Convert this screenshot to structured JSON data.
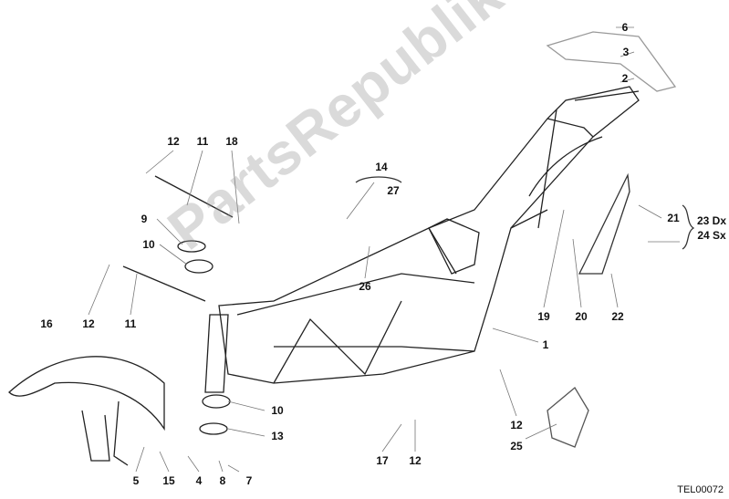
{
  "diagram": {
    "title_code": "TEL00072",
    "watermark": "PartsRepublik",
    "callouts": {
      "c6": "6",
      "c3": "3",
      "c2": "2",
      "c12a": "12",
      "c11a": "11",
      "c18": "18",
      "c14": "14",
      "c27": "27",
      "c9": "9",
      "c10a": "10",
      "c21": "21",
      "c23": "23 Dx",
      "c24": "24 Sx",
      "c26": "26",
      "c16": "16",
      "c12b": "12",
      "c11b": "11",
      "c19": "19",
      "c20": "20",
      "c22": "22",
      "c1": "1",
      "c12c": "12",
      "c10b": "10",
      "c13": "13",
      "c17": "17",
      "c12d": "12",
      "c25": "25",
      "c5": "5",
      "c15": "15",
      "c4": "4",
      "c8": "8",
      "c7": "7"
    }
  }
}
